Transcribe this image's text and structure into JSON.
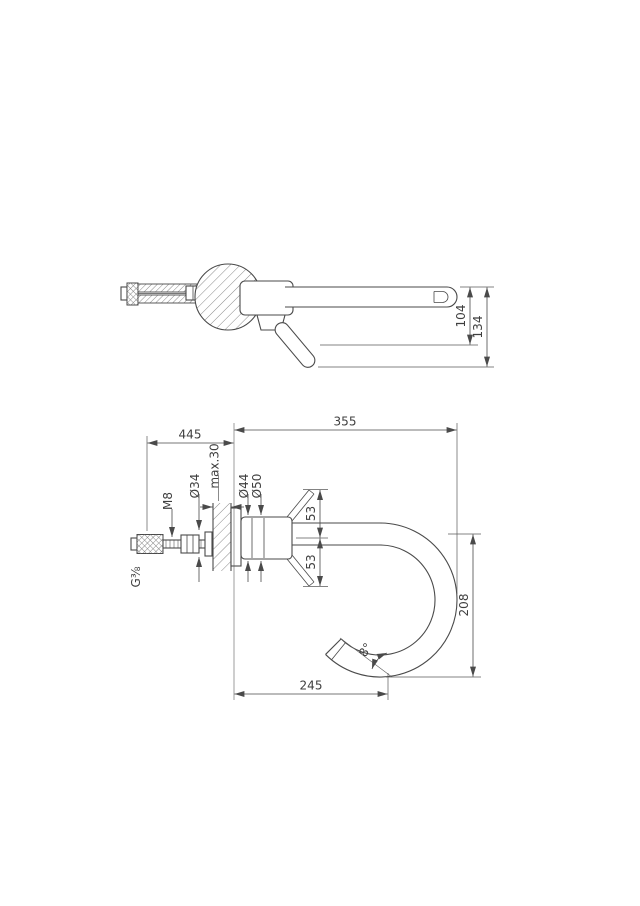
{
  "drawing": {
    "top_view": {
      "overall_height": "134",
      "spout_height": "104"
    },
    "front_view": {
      "hose_length": "445",
      "reach": "355",
      "wall_max": "max.30",
      "rod_thread": "M8",
      "hole_diameter": "Ø34",
      "flange_inner": "Ø44",
      "flange_outer": "Ø50",
      "lever_up": "53",
      "lever_down": "53",
      "drop_height": "208",
      "outlet_distance": "245",
      "outlet_angle": "8°",
      "connection_thread": "G⅜"
    }
  }
}
